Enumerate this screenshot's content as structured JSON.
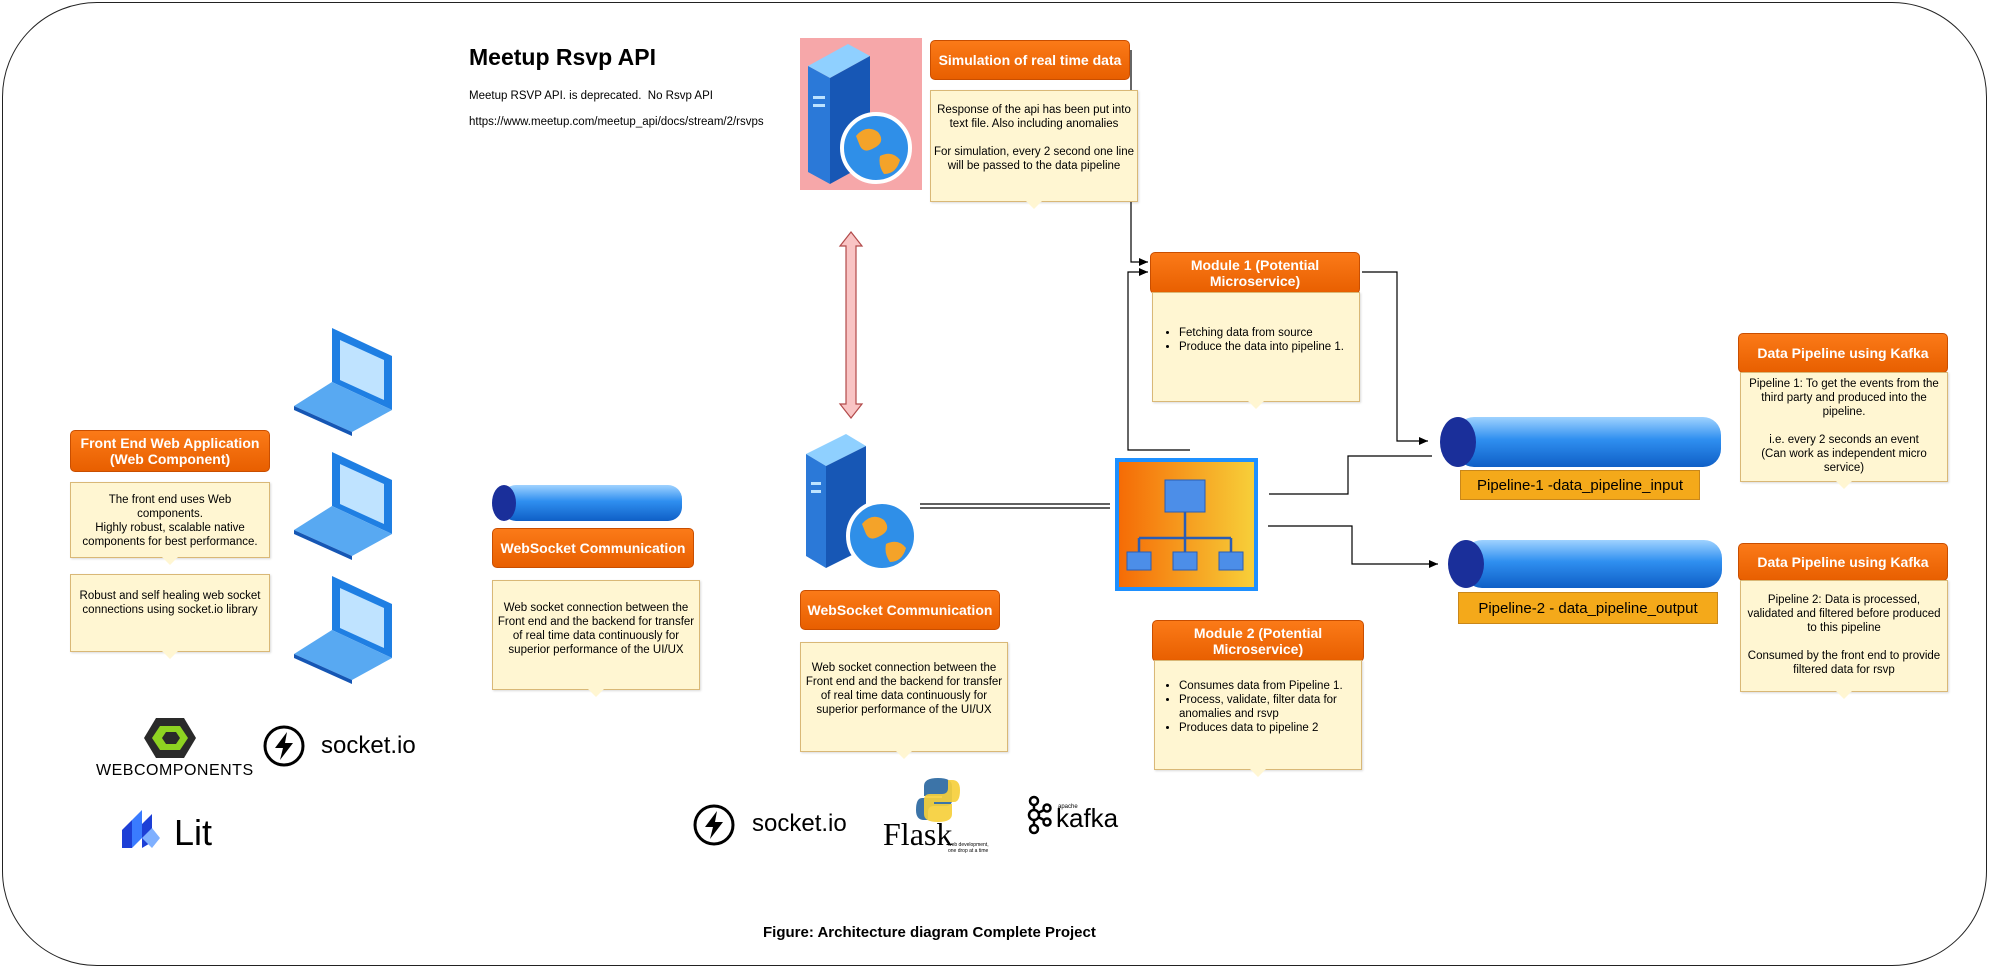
{
  "header": {
    "title": "Meetup Rsvp API",
    "note": "Meetup RSVP API. is deprecated.  No Rsvp API",
    "url": "https://www.meetup.com/meetup_api/docs/stream/2/rsvps"
  },
  "simulation": {
    "title": "Simulation of real time data",
    "desc": "Response of the api has been put into text file. Also including anomalies\n\nFor simulation, every 2 second one line will be passed to the data pipeline"
  },
  "module1": {
    "title": "Module 1 (Potential Microservice)",
    "items": [
      "Fetching data from source",
      "Produce the data into pipeline 1."
    ]
  },
  "module2": {
    "title": "Module 2 (Potential Microservice)",
    "items": [
      "Consumes data from Pipeline 1.",
      "Process, validate, filter data for anomalies and rsvp",
      "Produces data to pipeline 2"
    ]
  },
  "frontend": {
    "title": "Front End Web Application (Web Component)",
    "desc1": "The front end uses Web components.\nHighly robust, scalable native components for best performance.",
    "desc2": "Robust and self healing web socket connections using socket.io library"
  },
  "ws_left": {
    "title": "WebSocket Communication",
    "desc": "Web socket connection between the Front end and the backend for transfer of real time data continuously for superior performance of the UI/UX"
  },
  "ws_center": {
    "title": "WebSocket Communication",
    "desc": "Web socket connection between the Front end and the backend for transfer of real time data continuously for superior performance of the UI/UX"
  },
  "kafka1": {
    "title": "Data Pipeline using Kafka",
    "desc": "Pipeline 1: To get the events from the third party and produced into the pipeline.\n\ni.e. every 2 seconds an event\n(Can work as independent micro service)"
  },
  "kafka2": {
    "title": "Data Pipeline using Kafka",
    "desc": "Pipeline 2: Data is processed, validated and filtered before produced to this pipeline\n\nConsumed by the front end to provide filtered data for rsvp"
  },
  "pipelines": {
    "p1": "Pipeline-1 -data_pipeline_input",
    "p2": "Pipeline-2 - data_pipeline_output"
  },
  "logos": {
    "webcomponents": "WEBCOMPONENTS",
    "socketio": "socket.io",
    "lit": "Lit",
    "flask": "Flask",
    "flask_tag": "web development,\none drop at a time",
    "kafka": "kafka",
    "kafka_prefix": "apache"
  },
  "caption": "Figure: Architecture diagram Complete Project",
  "colors": {
    "accent_orange": "#f26e0f",
    "note_yellow": "#fff6d2",
    "pipe_blue": "#1f7fe3",
    "pipe_label": "#f4a91a"
  }
}
